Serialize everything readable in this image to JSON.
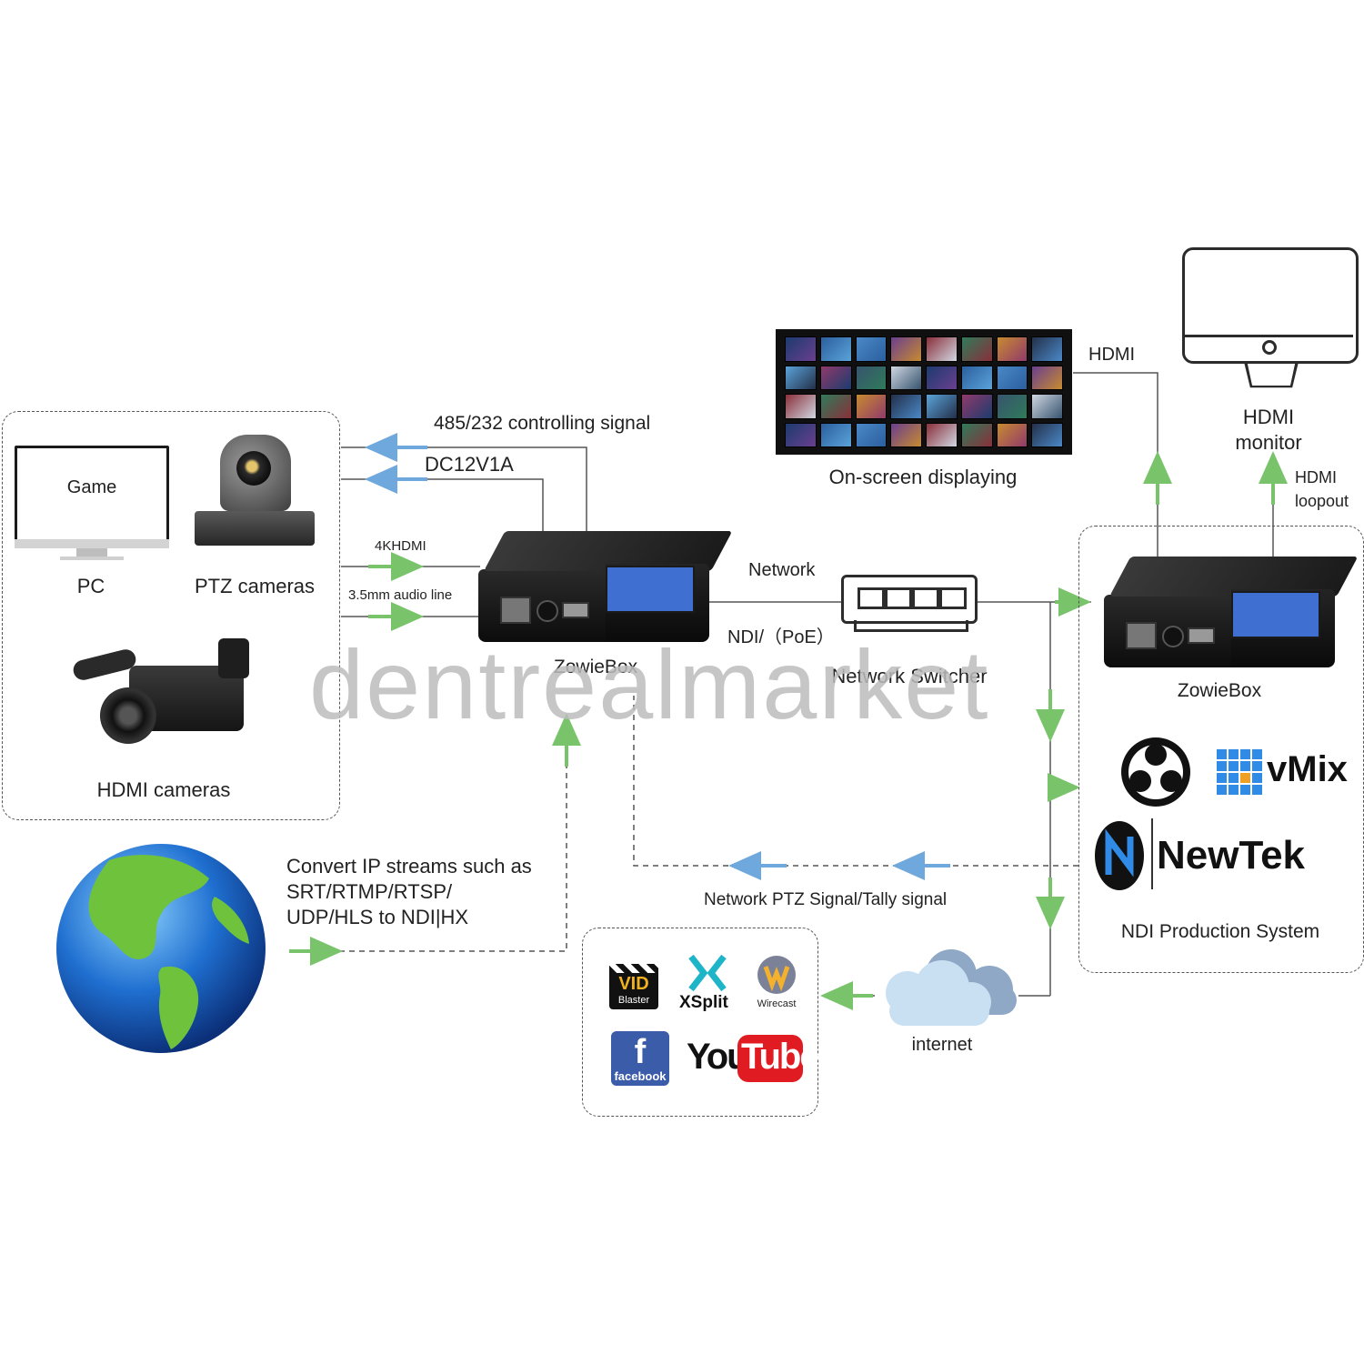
{
  "colors": {
    "green_arrow": "#79c46b",
    "blue_arrow": "#6fa8dc",
    "line": "#555555",
    "device_body": "#1f1f1f",
    "lcd": "#3f6fd1"
  },
  "sources": {
    "pc_screen_text": "Game",
    "pc_label": "PC",
    "ptz_label": "PTZ cameras",
    "hdmi_cameras_label": "HDMI cameras"
  },
  "signals": {
    "control": "485/232 controlling signal",
    "power": "DC12V1A",
    "hdmi_in": "4KHDMI",
    "audio": "3.5mm audio line",
    "network": "Network",
    "ndi_poe": "NDI/（PoE）",
    "hdmi_out": "HDMI",
    "hdmi_loopout_line1": "HDMI",
    "hdmi_loopout_line2": "loopout",
    "ptz_tally": "Network PTZ Signal/Tally signal"
  },
  "devices": {
    "left_box_label": "ZowieBox",
    "right_box_label": "ZowieBox",
    "switch_label": "Network Switcher",
    "display_label": "On-screen displaying",
    "monitor_label_line1": "HDMI",
    "monitor_label_line2": "monitor",
    "cloud_label": "internet"
  },
  "ip_streams": {
    "line1": "Convert IP streams such as",
    "line2": "SRT/RTMP/RTSP/",
    "line3": "UDP/HLS to NDI|HX"
  },
  "ndi_system": {
    "vmix": "vMix",
    "newtek": "NewTek",
    "label": "NDI Production System"
  },
  "streaming": {
    "vidblaster_line1": "VID",
    "vidblaster_line2": "Blaster",
    "xsplit": "XSplit",
    "wirecast": "Wirecast",
    "facebook": "facebook",
    "youtube_you": "You",
    "youtube_tube": "Tube"
  },
  "watermark": "dentrealmarket"
}
